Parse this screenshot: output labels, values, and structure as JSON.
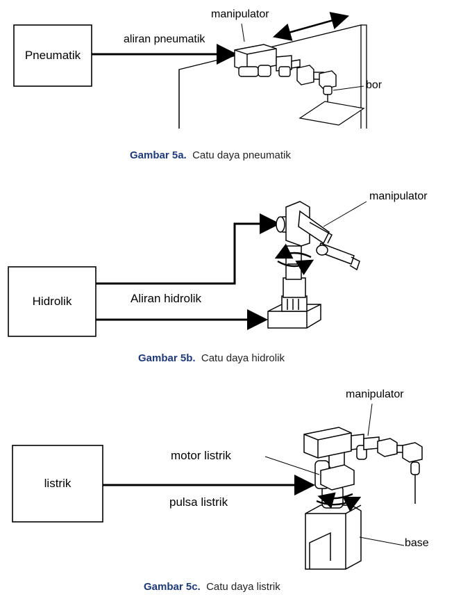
{
  "figures": [
    {
      "box_label": "Pneumatik",
      "flow_label": "aliran pneumatik",
      "manipulator_label": "manipulator",
      "tool_label": "bor",
      "caption_number": "Gambar 5a.",
      "caption_text": "Catu daya pneumatik"
    },
    {
      "box_label": "Hidrolik",
      "flow_label": "Aliran hidrolik",
      "manipulator_label": "manipulator",
      "caption_number": "Gambar 5b.",
      "caption_text": "Catu daya hidrolik"
    },
    {
      "box_label": "listrik",
      "motor_label": "motor listrik",
      "pulse_label": "pulsa listrik",
      "manipulator_label": "manipulator",
      "base_label": "base",
      "caption_number": "Gambar 5c.",
      "caption_text": "Catu daya listrik"
    }
  ],
  "colors": {
    "caption_number": "#1f3a7a",
    "line": "#000000"
  }
}
